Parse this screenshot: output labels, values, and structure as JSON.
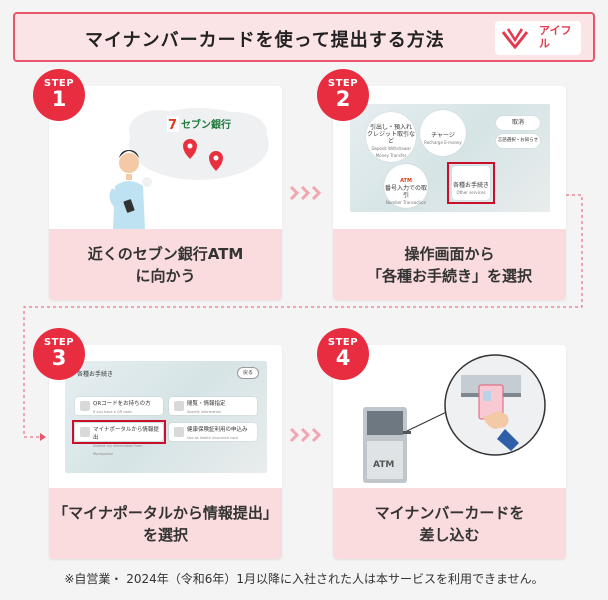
{
  "header": {
    "title": "マイナンバーカードを使って提出する方法",
    "brand": "アイフル"
  },
  "step_label": "STEP",
  "steps": [
    {
      "num": "1",
      "caption_lines": [
        "近くのセブン銀行ATM",
        "に向かう"
      ],
      "sign_text": "セブン銀行"
    },
    {
      "num": "2",
      "caption_lines": [
        "操作画面から",
        "「各種お手続き」を選択"
      ],
      "screen": {
        "tile_a": "引出し・預入れ\nクレジット取引など",
        "tile_a_sub": "Deposit Withdrawal Money Transfer",
        "tile_b": "チャージ",
        "tile_b_sub": "Recharge E-money",
        "tile_c": "番号入力での取引",
        "tile_c_sub": "Number Transaction",
        "tile_d": "各種お手続き",
        "tile_d_sub": "Other services",
        "side_1": "取消",
        "side_2": "言語選択・お知らせ",
        "logo_c": "ATM"
      }
    },
    {
      "num": "3",
      "caption_lines": [
        "「マイナポータルから情報提出」",
        "を選択"
      ],
      "screen": {
        "title": "各種お手続き",
        "back": "戻る",
        "row_1": "QRコードをお持ちの方",
        "row_1_sub": "If you have a QR code",
        "row_2": "閲覧・情報指定",
        "row_2_sub": "Specify information",
        "row_3": "マイナポータルから情報提出",
        "row_3_sub": "Submit my information from Mynaportal",
        "row_4": "健康保険証利用の申込み",
        "row_4_sub": "Use as health insurance card"
      }
    },
    {
      "num": "4",
      "caption_lines": [
        "マイナンバーカードを",
        "差し込む"
      ],
      "atm_label": "ATM"
    }
  ],
  "footnote": "※自営業・ 2024年（令和6年）1月以降に入社された人は本サービスを利用できません。",
  "colors": {
    "accent": "#e82d41",
    "caption_bg": "#fadcde",
    "header_bg": "#fbe4e6",
    "chevron": "#f2a7b0"
  }
}
